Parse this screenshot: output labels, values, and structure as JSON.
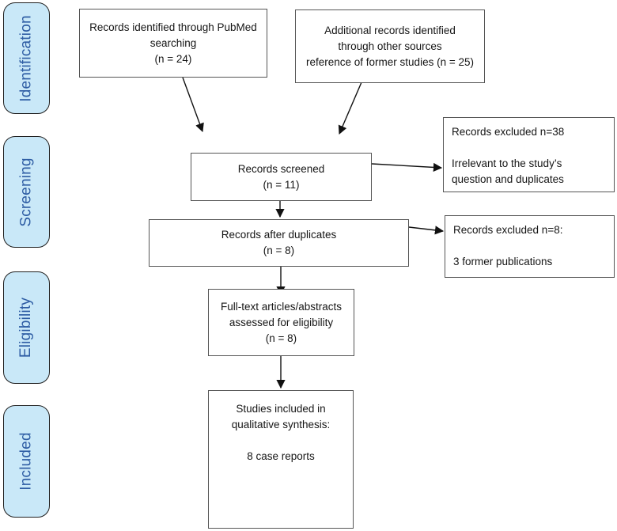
{
  "diagram": {
    "type": "prisma-flow",
    "stages": [
      {
        "id": "identification",
        "label": "Identification"
      },
      {
        "id": "screening",
        "label": "Screening"
      },
      {
        "id": "eligibility",
        "label": "Eligibility"
      },
      {
        "id": "included",
        "label": "Included"
      }
    ],
    "nodes": {
      "pubmed": {
        "text": "Records identified through PubMed\nsearching\n(n = 24)",
        "n": 24
      },
      "other_sources": {
        "text": "Additional records identified\nthrough other sources\nreference of former studies (n = 25)",
        "n": 25
      },
      "screened": {
        "text": "Records screened\n(n = 11)",
        "n": 11
      },
      "excluded_screening": {
        "text": "Records excluded n=38\n\nIrrelevant to the study’s\nquestion and duplicates",
        "n": 38
      },
      "after_duplicates": {
        "text": "Records after duplicates\n(n = 8)",
        "n": 8
      },
      "excluded_duplicates": {
        "text": "Records excluded n=8:\n\n3 former publications",
        "n": 8
      },
      "fulltext": {
        "text": "Full-text articles/abstracts\nassessed for eligibility\n(n = 8)",
        "n": 8
      },
      "studies_included": {
        "text": "Studies included in\nqualitative synthesis:\n\n8 case reports",
        "n": 8
      }
    }
  },
  "colors": {
    "sidebar_fill": "#c9e8f8",
    "sidebar_border": "#1f1f1f",
    "sidebar_text": "#2e5da4",
    "node_border": "#555555",
    "node_text": "#151515",
    "arrow_color": "#111111",
    "canvas_bg": "#ffffff"
  }
}
